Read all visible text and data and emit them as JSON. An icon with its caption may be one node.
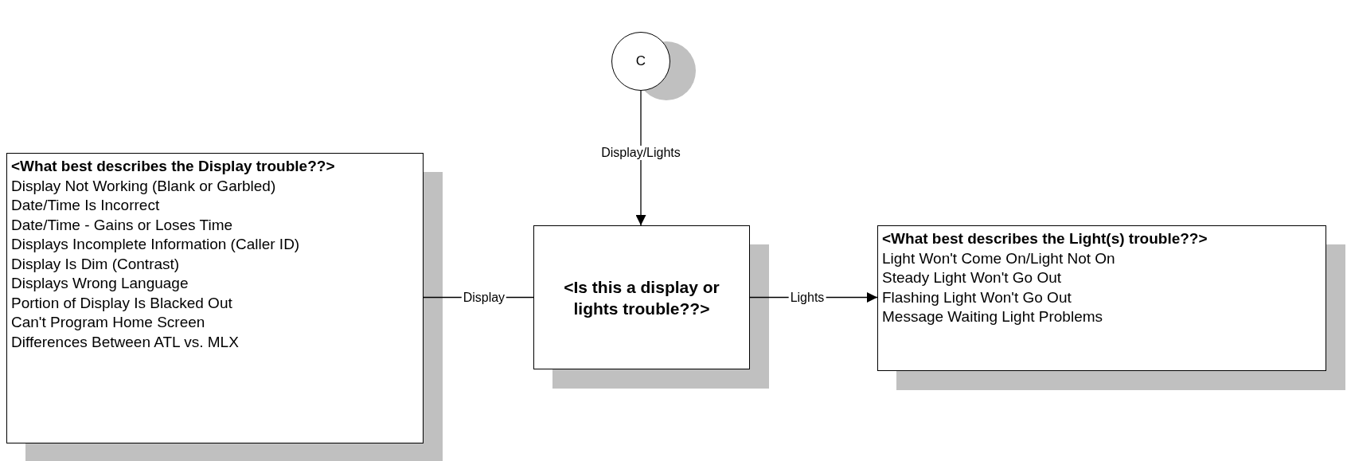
{
  "diagram": {
    "nodes": [
      {
        "text": [
          "C"
        ]
      },
      {
        "text": [
          "<What best describes the Display trouble??>",
          "Display Not Working (Blank or Garbled)",
          "Date/Time Is Incorrect",
          "Date/Time - Gains or Loses Time",
          "Displays Incomplete Information (Caller ID)",
          "Display Is Dim (Contrast)",
          "Displays Wrong Language",
          "Portion of Display Is Blacked Out",
          "Can't Program Home Screen",
          "Differences Between ATL vs. MLX"
        ]
      },
      {
        "text": [
          "<Is this a display or lights trouble??>"
        ]
      },
      {
        "text": [
          "<What best describes the Light(s) trouble??>",
          "Light Won't Come On/Light Not On",
          "Steady Light Won't Go Out",
          "Flashing Light Won't Go Out",
          "Message Waiting Light Problems"
        ]
      }
    ],
    "edges": [
      {
        "from": 0,
        "to": 2,
        "arrow": "to",
        "label": "Display/Lights"
      },
      {
        "from": 2,
        "to": 1,
        "arrow": "none",
        "label": "Display"
      },
      {
        "from": 2,
        "to": 3,
        "arrow": "to",
        "label": "Lights"
      }
    ]
  }
}
